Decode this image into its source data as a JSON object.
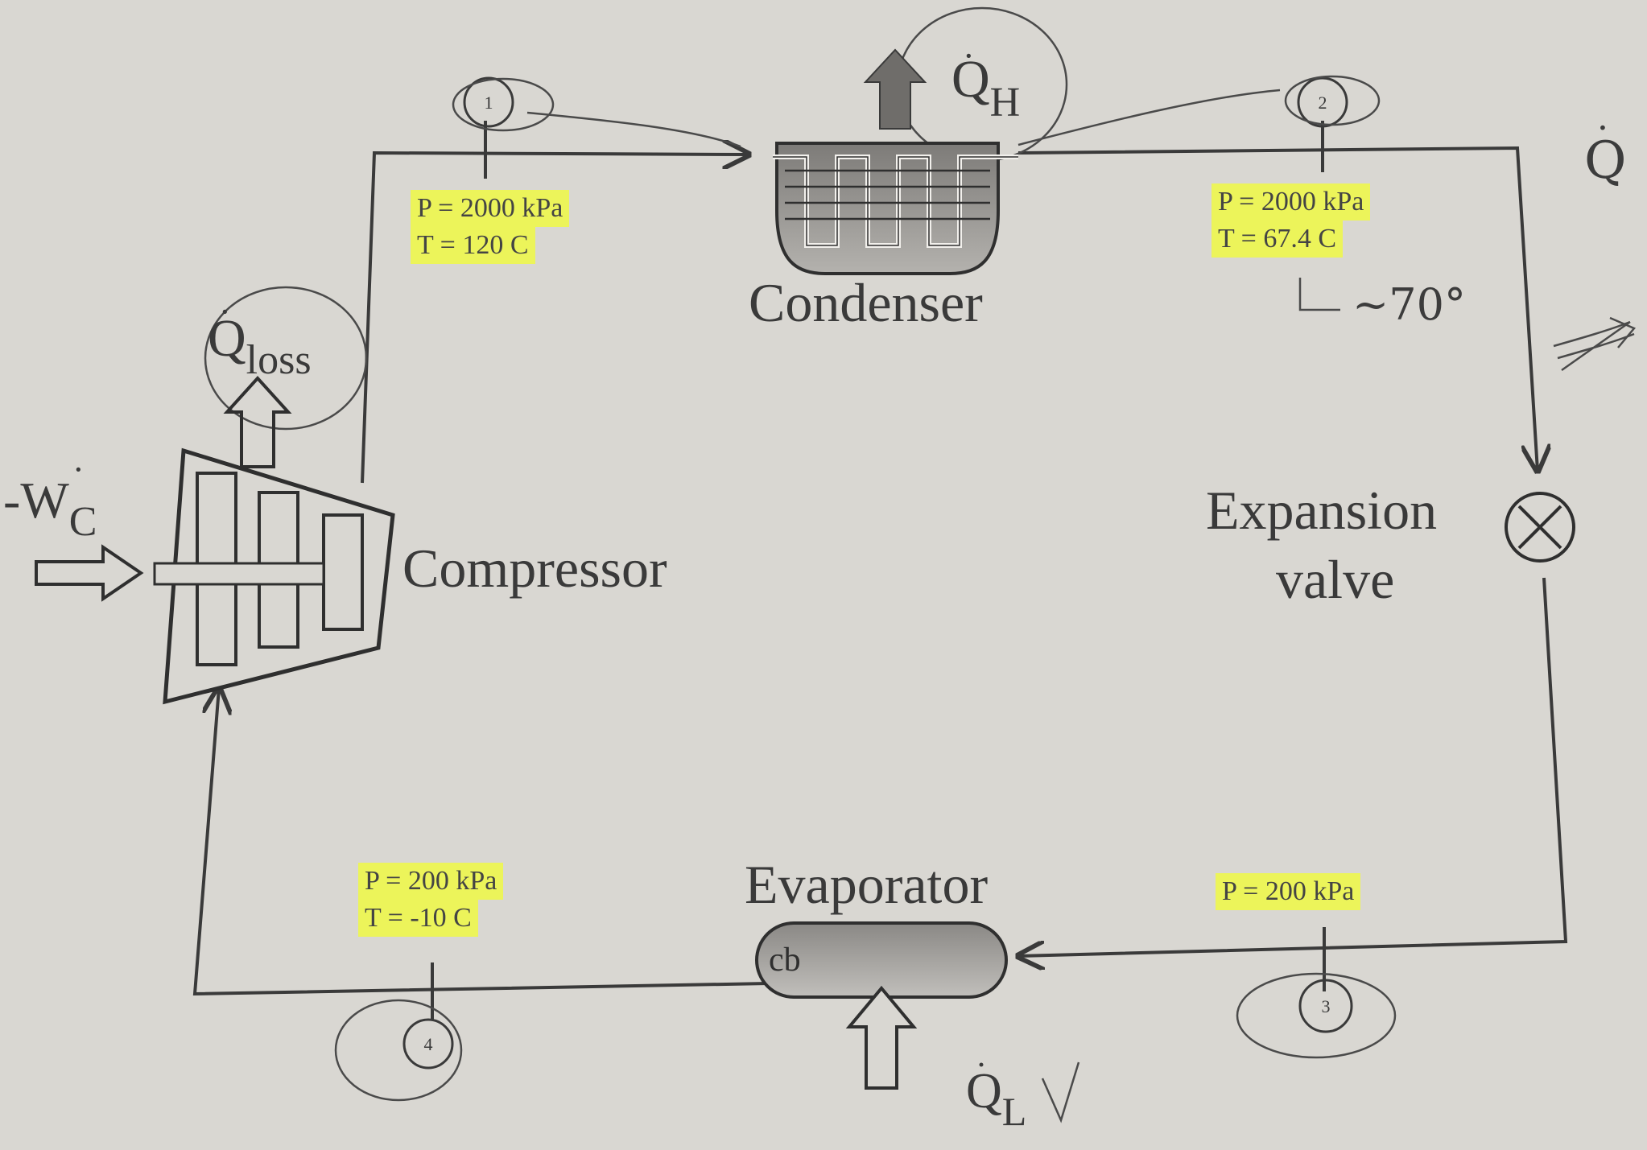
{
  "components": {
    "condenser": "Condenser",
    "compressor": "Compressor",
    "expansion_valve": [
      "Expansion",
      "valve"
    ],
    "evaporator": "Evaporator"
  },
  "heat_labels": {
    "q_h": "Q",
    "q_h_sub": "H",
    "q_loss": "Q",
    "q_loss_sub": "loss",
    "q_l": "Q",
    "q_l_sub": "L",
    "w_c": "-W",
    "w_c_sub": "C",
    "q_right": "Q"
  },
  "states": {
    "s1": {
      "number": "1",
      "lines": [
        "P = 2000 kPa",
        "T = 120 C"
      ]
    },
    "s2": {
      "number": "2",
      "lines": [
        "P = 2000 kPa",
        "T = 67.4 C"
      ]
    },
    "s3": {
      "number": "3",
      "lines": [
        "P = 200 kPa"
      ]
    },
    "s4": {
      "number": "4",
      "lines": [
        "P = 200 kPa",
        "T = -10 C"
      ]
    }
  },
  "handwritten_note": "~70°",
  "evaporator_mark": "cb",
  "colors": {
    "highlight": "#ecf45a",
    "ink": "#3a3a3a",
    "paper": "#d9d7d2"
  }
}
